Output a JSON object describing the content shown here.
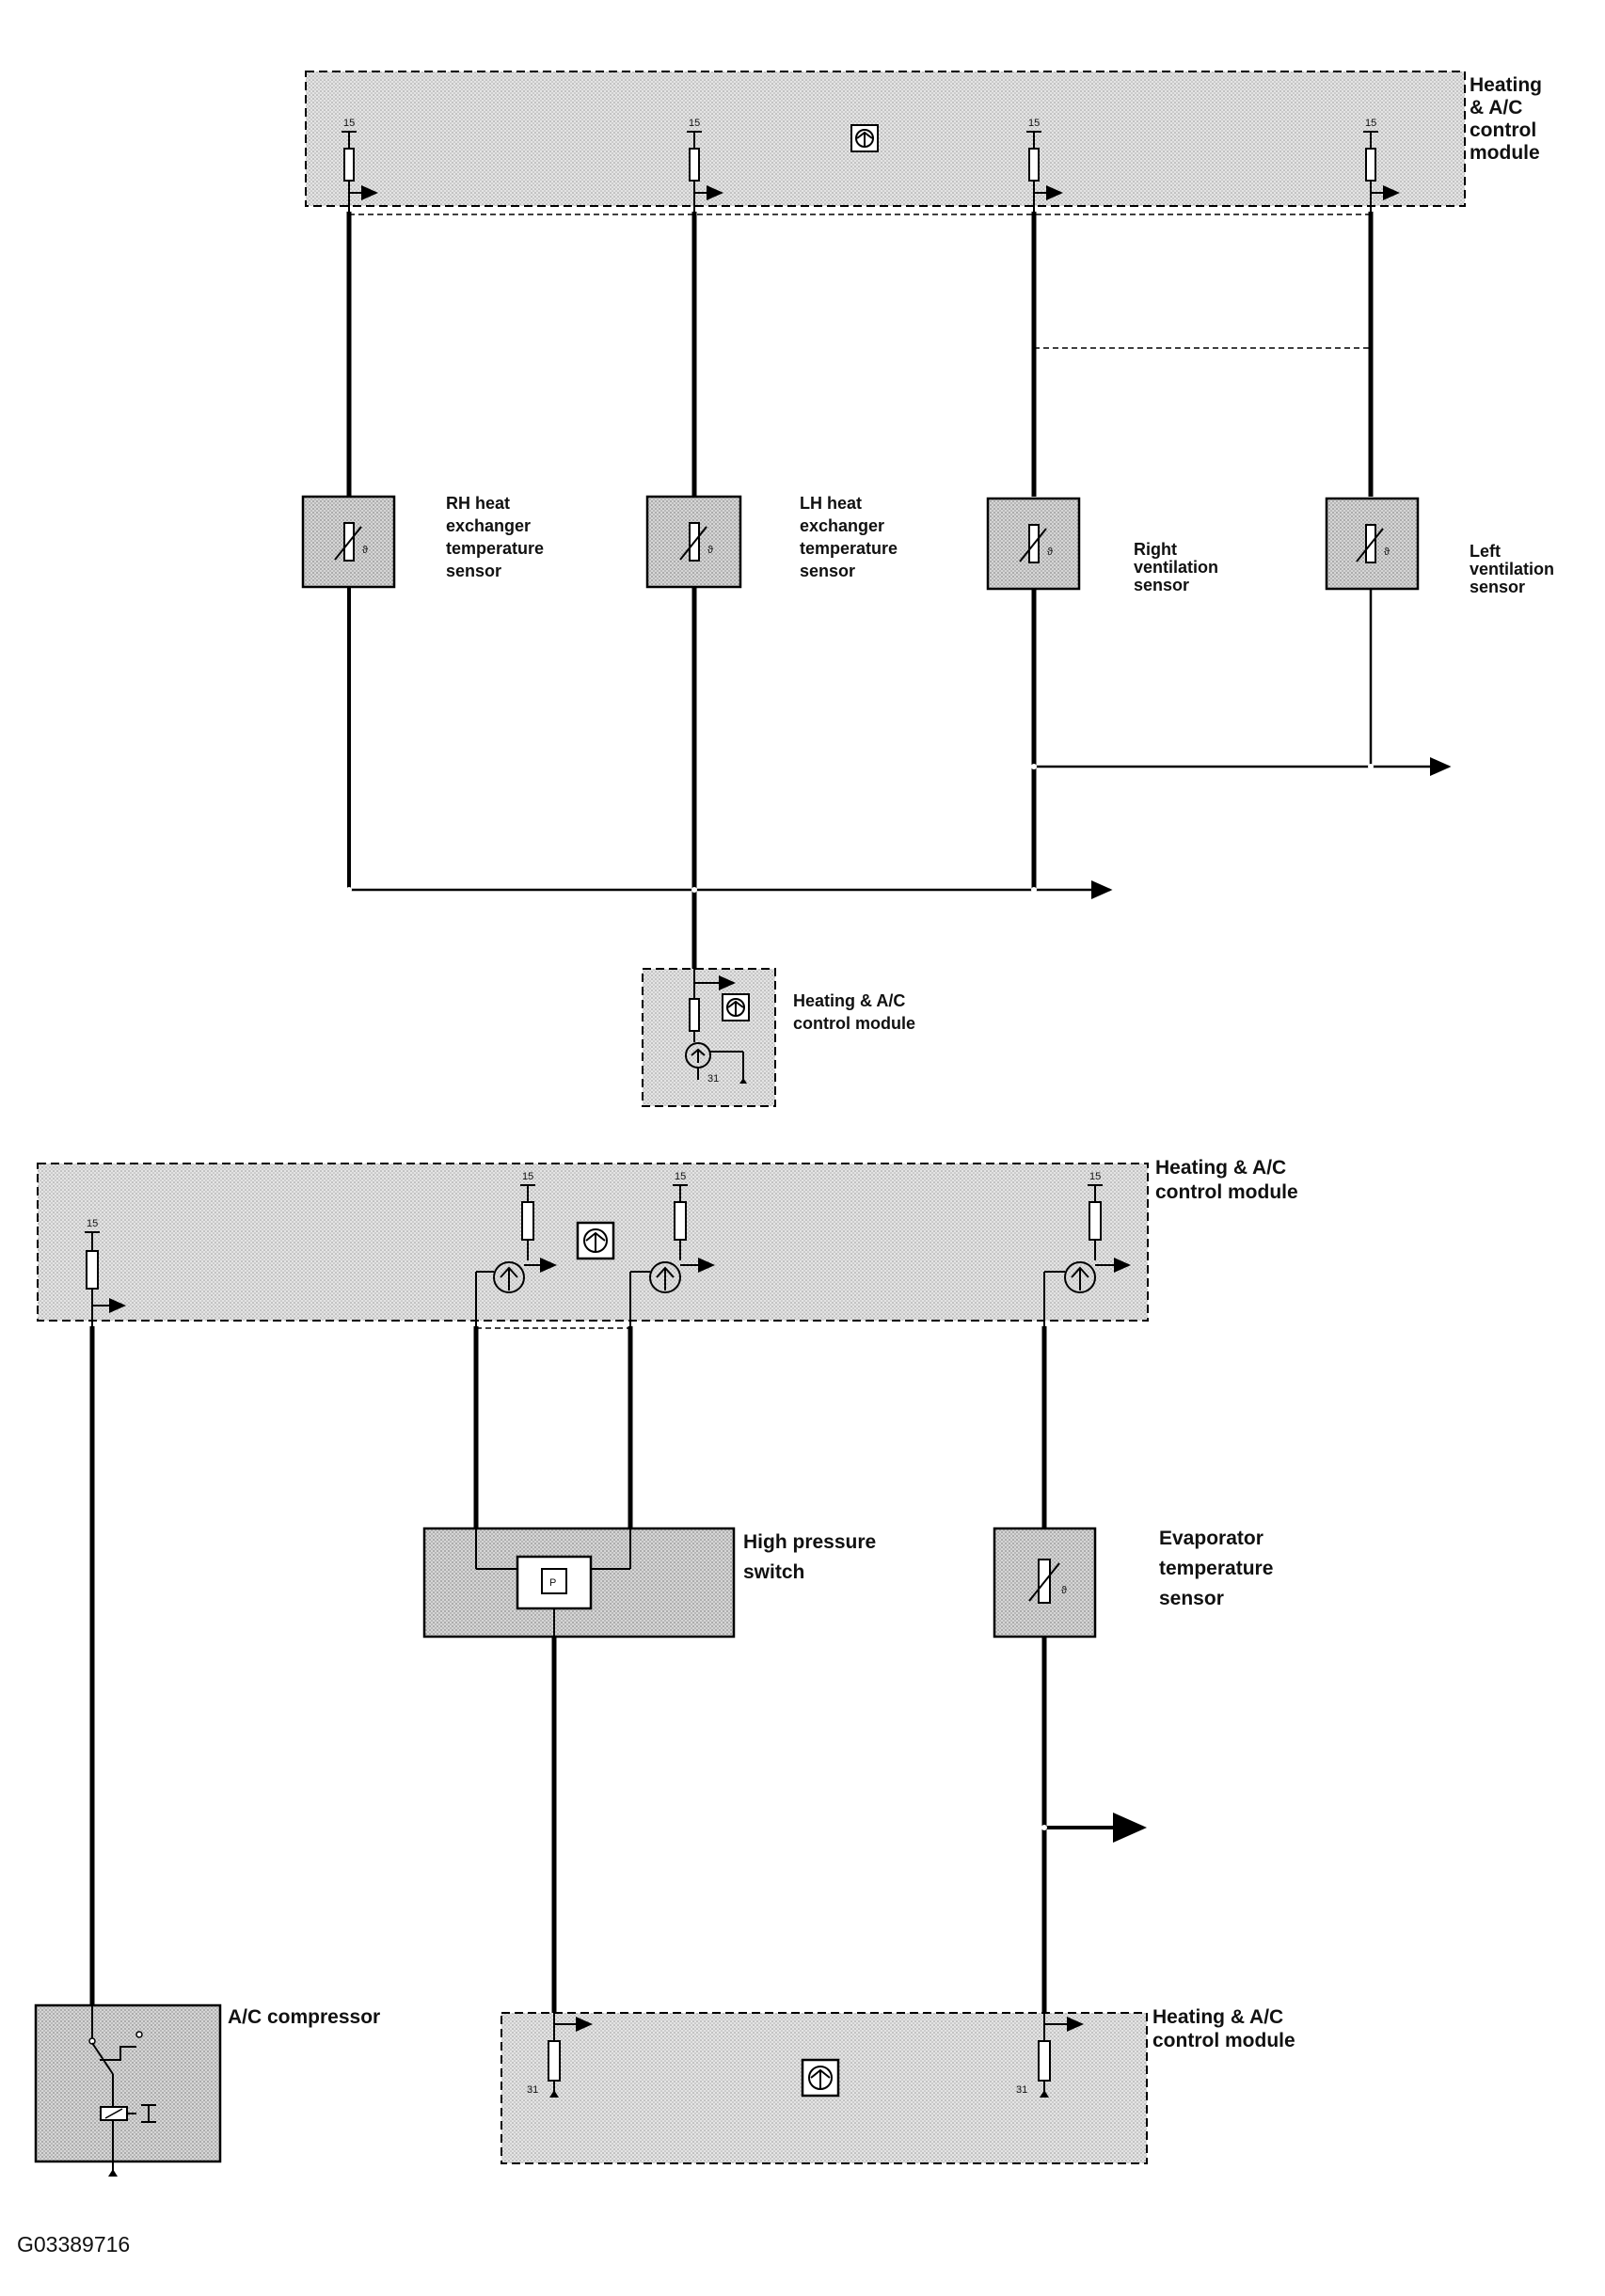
{
  "module_label": "Heating & A/C control module",
  "module_label_lines_top": [
    "Heating",
    "& A/C",
    "control",
    "module"
  ],
  "module_label_lines_wide": [
    "Heating & A/C",
    "control module"
  ],
  "terminal_15": "15",
  "terminal_31": "31",
  "theta_symbol": "ϑ",
  "pressure_symbol": "P",
  "sensors": {
    "rh_heat_exchanger": [
      "RH heat",
      "exchanger",
      "temperature",
      "sensor"
    ],
    "lh_heat_exchanger": [
      "LH heat",
      "exchanger",
      "temperature",
      "sensor"
    ],
    "right_ventilation": [
      "Right",
      "ventilation",
      "sensor"
    ],
    "left_ventilation": [
      "Left",
      "ventilation",
      "sensor"
    ],
    "evaporator": [
      "Evaporator",
      "temperature",
      "sensor"
    ]
  },
  "high_pressure_switch": [
    "High pressure",
    "switch"
  ],
  "ac_compressor": "A/C compressor",
  "figure_id": "G03389716",
  "colors": {
    "wire": "#000000",
    "module_fill": "#dcdcdc",
    "component_fill": "#d2d2d2"
  }
}
